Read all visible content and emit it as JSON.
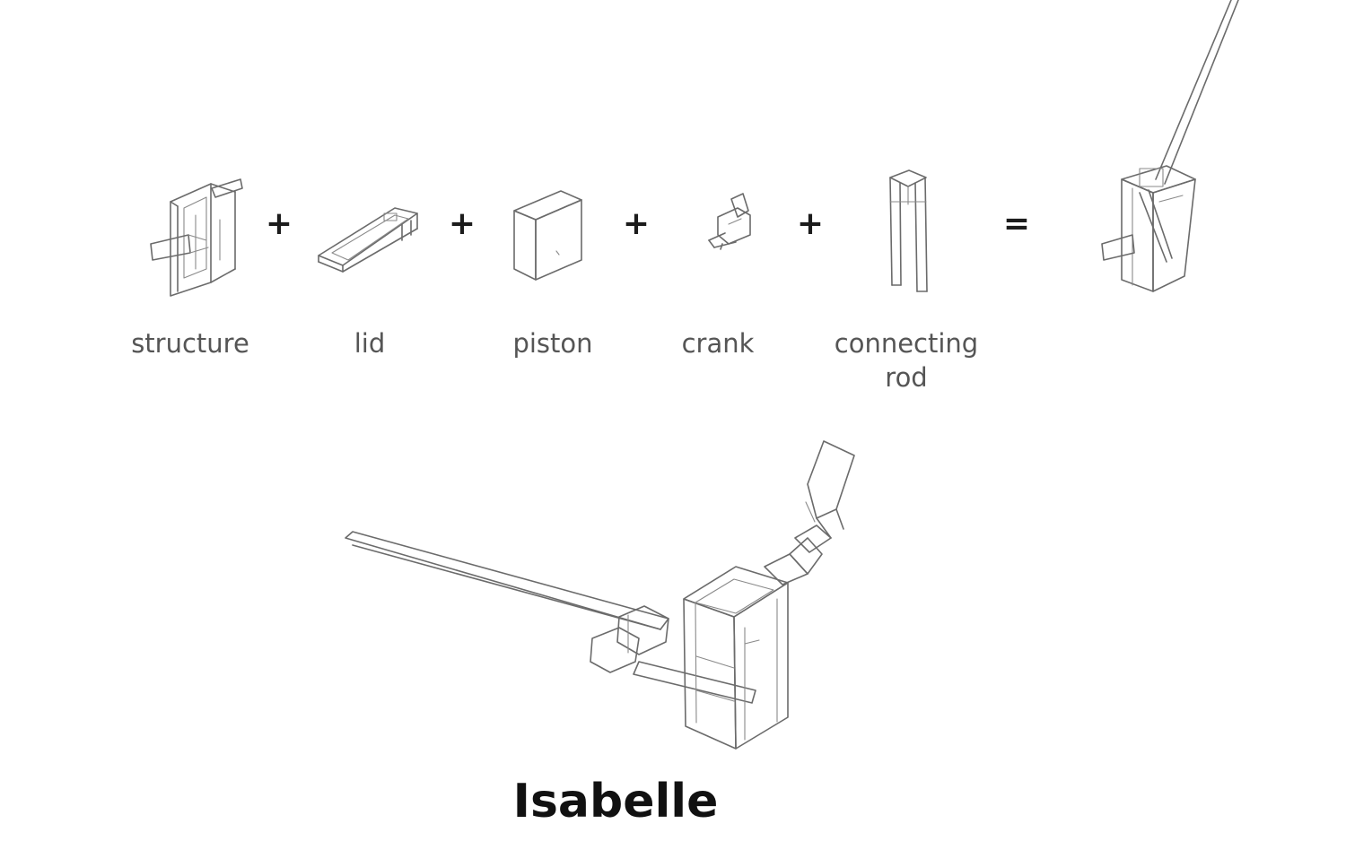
{
  "equation": {
    "parts": [
      {
        "label": "structure",
        "icon": "structure-icon"
      },
      {
        "label": "lid",
        "icon": "lid-icon"
      },
      {
        "label": "piston",
        "icon": "piston-icon"
      },
      {
        "label": "crank",
        "icon": "crank-icon"
      },
      {
        "label": "connecting\nrod",
        "icon": "connecting-rod-icon"
      }
    ],
    "operators": [
      "+",
      "+",
      "+",
      "+",
      "="
    ],
    "result_icon": "assembled-press-icon"
  },
  "main_illustration": {
    "icon": "isabelle-press-icon",
    "title": "Isabelle"
  },
  "colors": {
    "line": "#6b6b6b",
    "label": "#555555",
    "title": "#111111",
    "background": "#ffffff"
  }
}
